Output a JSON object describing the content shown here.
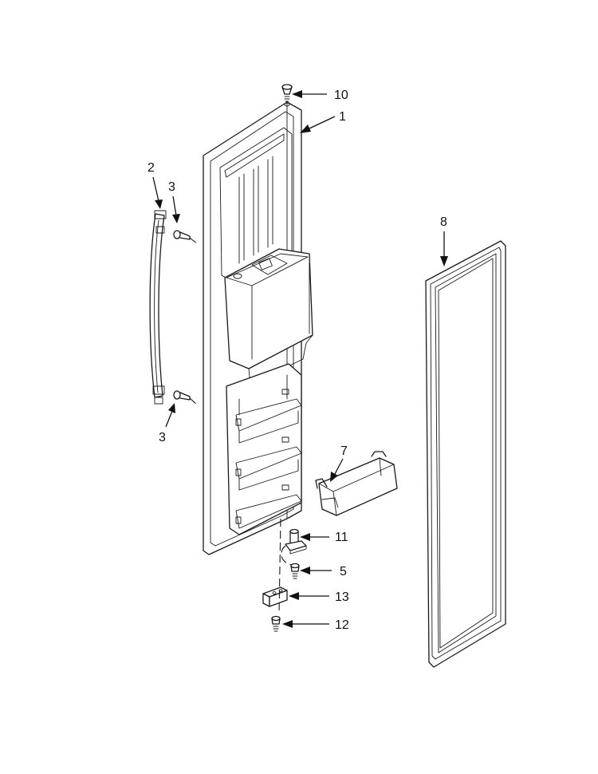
{
  "callouts": {
    "c10": "10",
    "c1": "1",
    "c2": "2",
    "c3_top": "3",
    "c3_bottom": "3",
    "c8": "8",
    "c7": "7",
    "c11": "11",
    "c5": "5",
    "c13": "13",
    "c12": "12"
  }
}
